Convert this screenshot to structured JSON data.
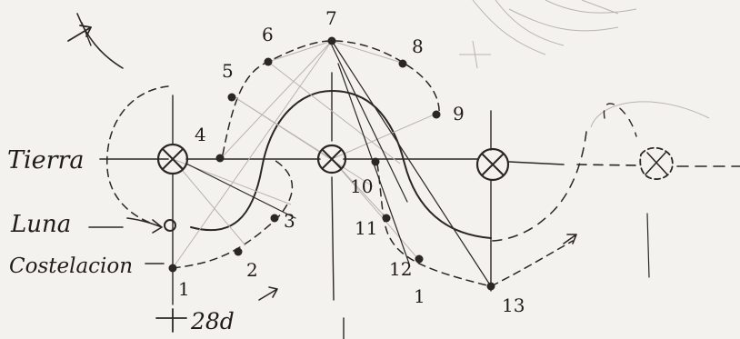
{
  "labels": {
    "tierra": "Tierra",
    "luna": "Luna",
    "constelacion": "Costelacion",
    "period": "28d"
  },
  "points": [
    "1",
    "2",
    "3",
    "4",
    "5",
    "6",
    "7",
    "8",
    "9",
    "10",
    "11",
    "12",
    "13"
  ],
  "second_one": "1",
  "colors": {
    "ink": "#2a2724",
    "paper": "#f4f2ee",
    "faint": "#b9b4ad"
  }
}
